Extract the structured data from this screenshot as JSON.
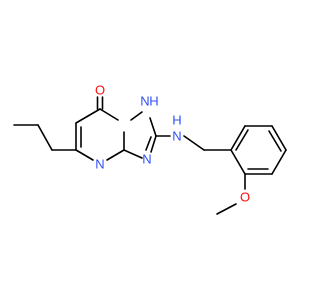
{
  "colors": {
    "background": "#ffffff",
    "bond": "#000000",
    "oxygen": "#ff0d0d",
    "nitrogen": "#3050f8"
  },
  "atoms": {
    "o_carbonyl": "O",
    "nh_ring": "N",
    "h_ring": "H",
    "n_amine": "N",
    "h_amine": "H",
    "n_triazole": "N",
    "n_pyrimidine": "N",
    "o_methoxy": "O"
  }
}
